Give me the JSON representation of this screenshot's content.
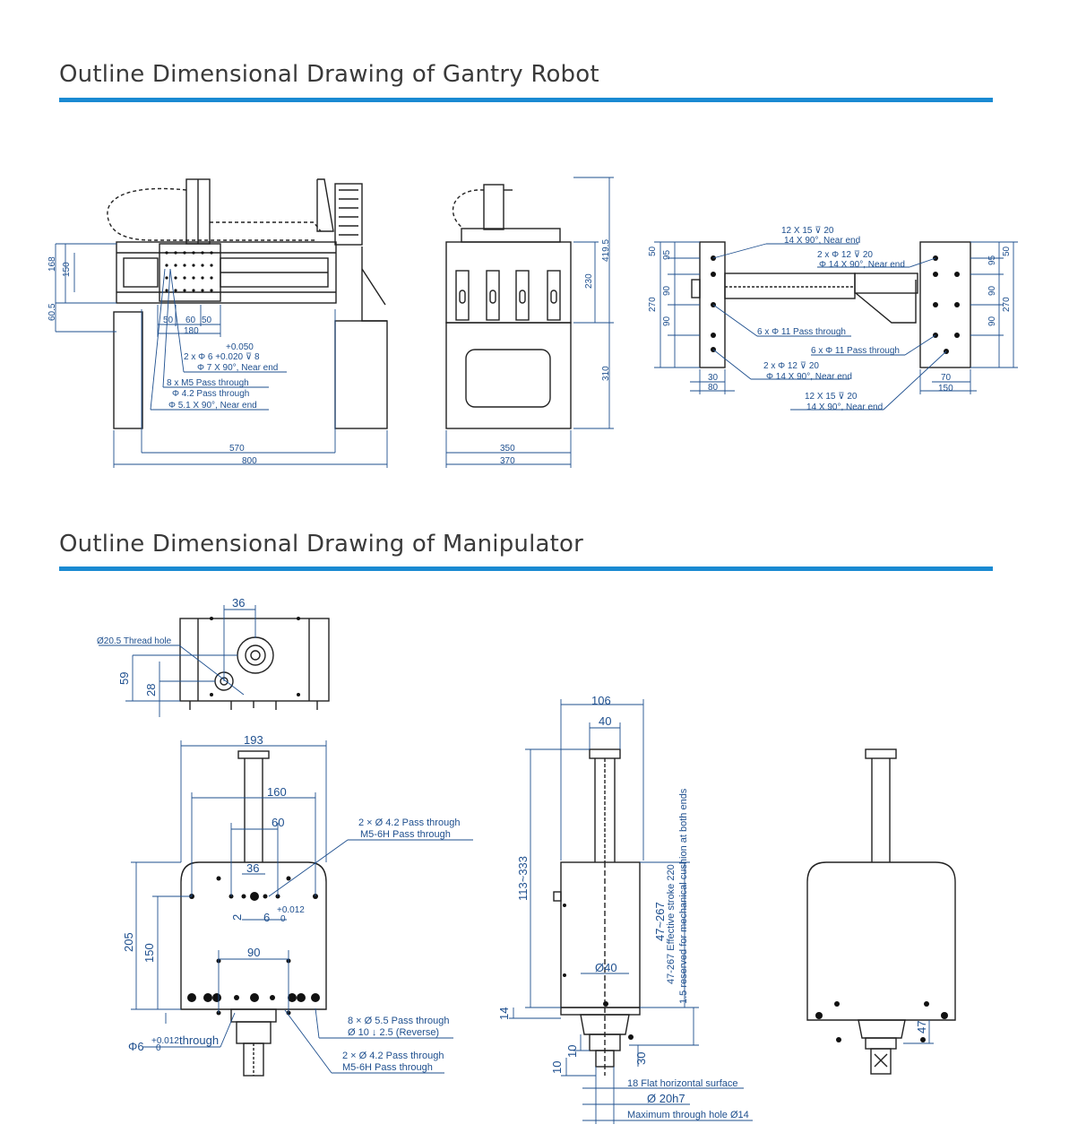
{
  "gantry": {
    "title": "Outline Dimensional Drawing of Gantry Robot",
    "front": {
      "dims": {
        "d168": "168",
        "d150": "150",
        "d60_5": "60.5",
        "d50a": "50",
        "d60": "60",
        "d50b": "50",
        "d180": "180",
        "d570": "570",
        "d800": "800"
      },
      "notes": {
        "n1a": "+0.050",
        "n1b": "2 x   Φ 6   +0.020  ⊽ 8",
        "n1c": "Φ 7 X 90°, Near end",
        "n2a": "8 x  M5  Pass through",
        "n2b": "Φ 4.2 Pass through",
        "n2c": "Φ 5.1 X 90°,  Near end"
      }
    },
    "side": {
      "dims": {
        "d419_5": "419.5",
        "d230": "230",
        "d310": "310",
        "d350": "350",
        "d370": "370"
      }
    },
    "plates": {
      "dims": {
        "d50": "50",
        "d95": "95",
        "d90a": "90",
        "d270": "270",
        "d90b": "90",
        "d30": "30",
        "d80": "80",
        "r50": "50",
        "r95": "95",
        "r90a": "90",
        "r270": "270",
        "r90b": "90",
        "d70": "70",
        "d150": "150"
      },
      "notes": {
        "a1": "12 X 15     ⊽ 20",
        "a2": "14 X 90°,  Near end",
        "b1": "2 x     Φ 12     ⊽ 20",
        "b2": "Φ 14 X 90°,  Near end",
        "c1": "6 x     Φ 11 Pass through",
        "d1": "6 x     Φ 11 Pass through",
        "e1": "2 x     Φ 12     ⊽ 20",
        "e2": "Φ 14 X 90°,  Near end",
        "f1": "12 X 15     ⊽ 20",
        "f2": "14 X 90°,  Near end"
      }
    }
  },
  "manipulator": {
    "title": "Outline Dimensional Drawing of Manipulator",
    "top": {
      "d36": "36",
      "thread": "Ø20.5 Thread hole",
      "d59": "59",
      "d28": "28"
    },
    "front": {
      "d193": "193",
      "d160": "160",
      "d60": "60",
      "d36": "36",
      "d2": "2",
      "d6": "6",
      "tol": "+0.012",
      "tol0": "0",
      "d205": "205",
      "d150": "150",
      "d90": "90",
      "phi6": "Φ6",
      "through": "through",
      "tolb": "+0.012",
      "tolb0": "0",
      "n1a": "2 × Ø 4.2 Pass through",
      "n1b": "M5-6H Pass through",
      "n2a": "8 × Ø 5.5 Pass through",
      "n2b": "Ø 10 ↓ 2.5 (Reverse)",
      "n3a": "2 × Ø 4.2 Pass through",
      "n3b": "M5-6H Pass through"
    },
    "side": {
      "d106": "106",
      "d40": "40",
      "d113": "113~333",
      "d47": "47~267",
      "stroke1": "47-267 Effective stroke 220",
      "stroke2": "1.5 reserved for mechanical cushion at both ends",
      "phi40": "Ø40",
      "d14": "14",
      "d10a": "10",
      "d10b": "10",
      "d30": "30",
      "flat": "18 Flat horizontal surface",
      "phi20": "Ø 20h7",
      "maxhole": "Maximum through hole Ø14"
    },
    "back": {
      "d47": "47"
    }
  }
}
